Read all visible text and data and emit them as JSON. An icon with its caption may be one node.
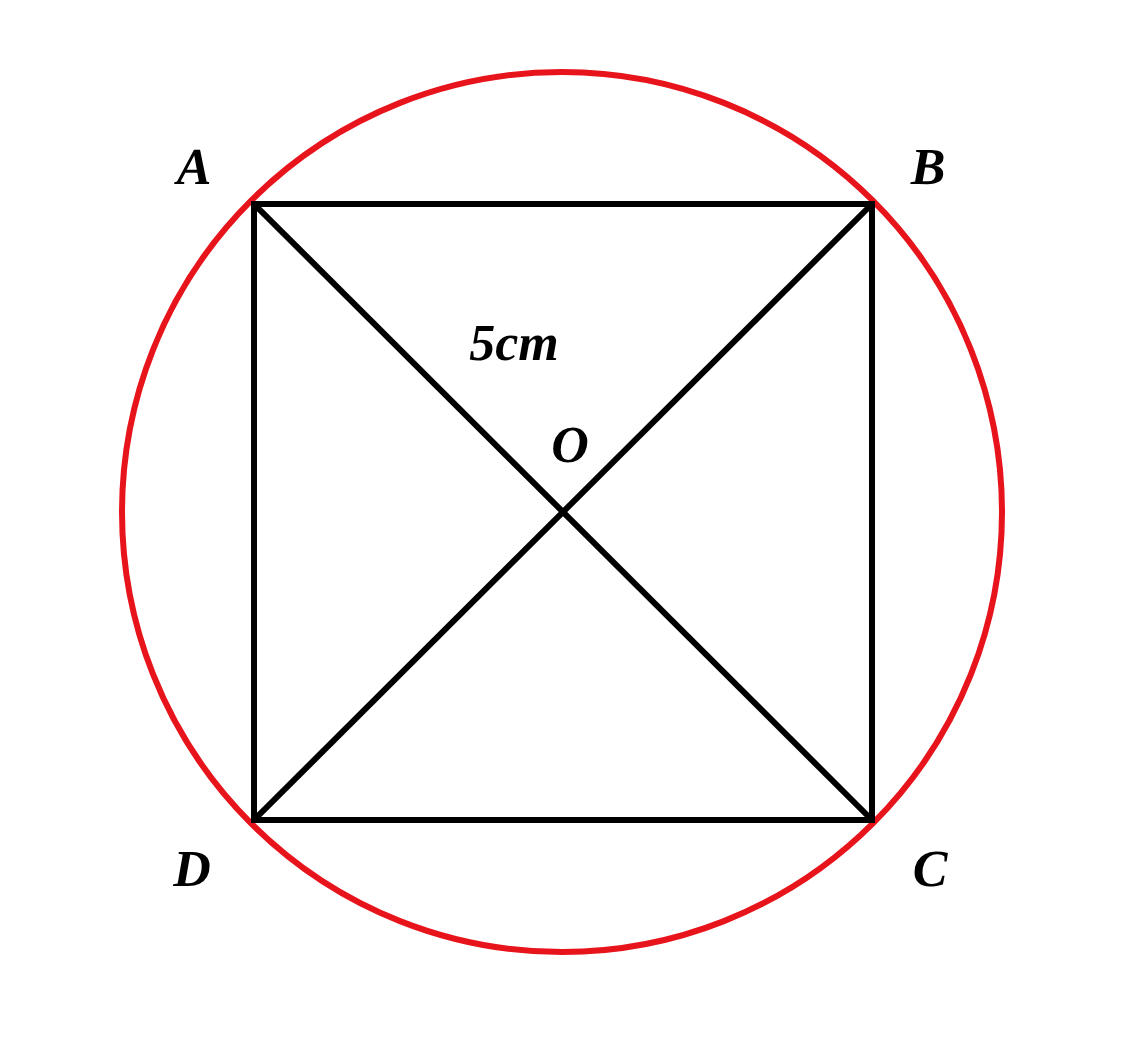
{
  "diagram": {
    "labels": [
      "A",
      "B",
      "5cm",
      "O",
      "D",
      "C"
    ]
  }
}
